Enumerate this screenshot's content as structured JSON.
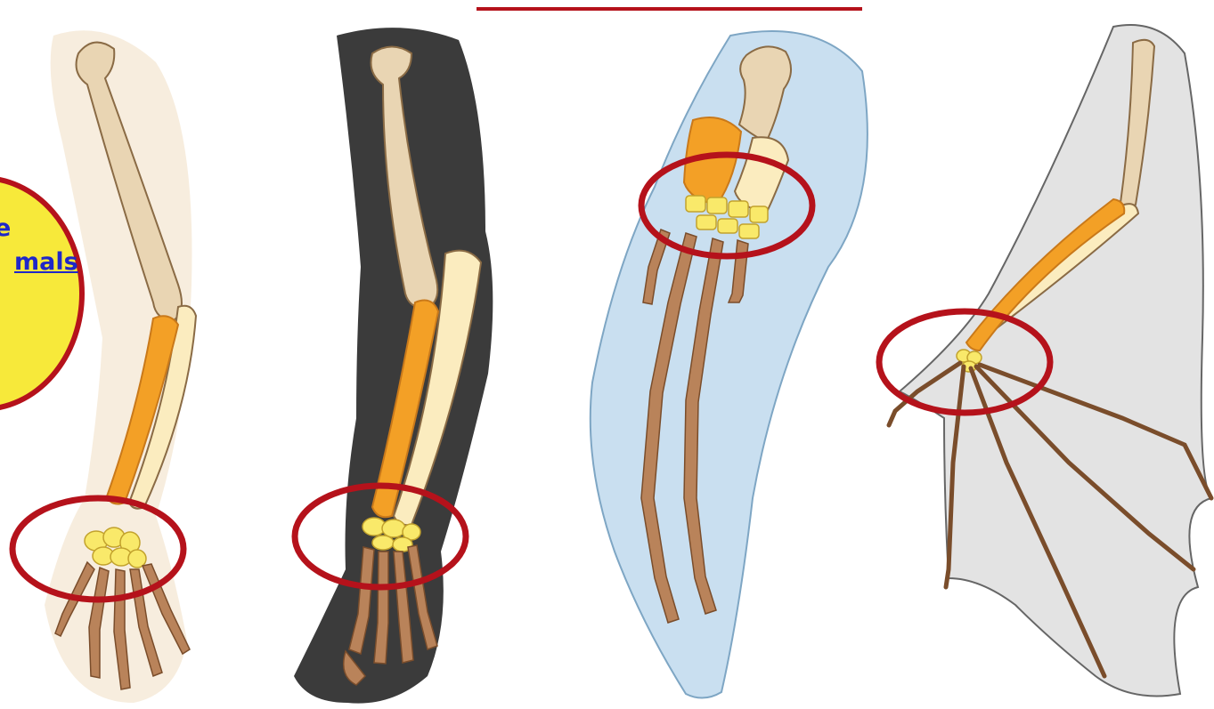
{
  "badge": {
    "line1": "e",
    "line2": "mals"
  },
  "colors": {
    "highlight_ring": "#b5121b",
    "bone": "#e9d5b3",
    "bone_outline": "#8a6b45",
    "radius_orange": "#f3a026",
    "carpal_yellow": "#f9e96a",
    "hand_brown": "#b9835a",
    "badge_fill": "#f7e93a",
    "badge_text": "#1f27c8"
  },
  "limbs": [
    "human-arm",
    "cat-leg",
    "whale-flipper",
    "bat-wing"
  ]
}
